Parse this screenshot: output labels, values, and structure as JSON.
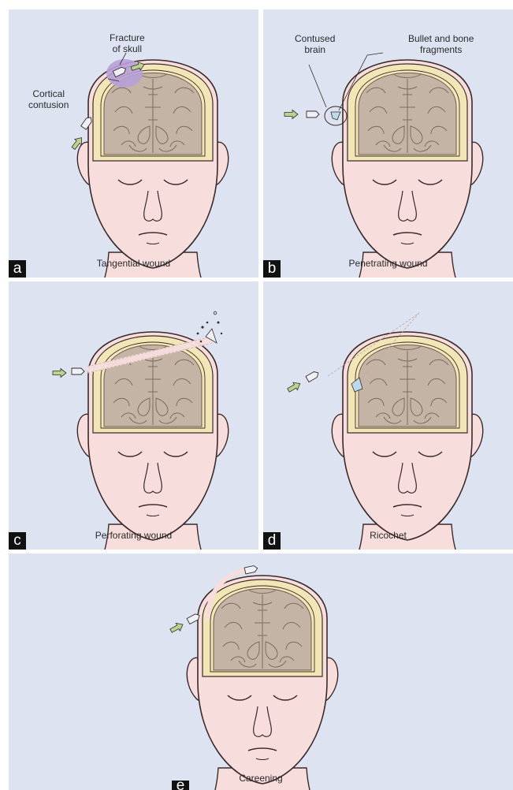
{
  "panels": {
    "a": {
      "letter": "a",
      "caption": "Tangential wound",
      "labels": {
        "fracture": "Fracture\nof skull",
        "contusion": "Cortical\ncontusion"
      }
    },
    "b": {
      "letter": "b",
      "caption": "Penetrating wound",
      "labels": {
        "contused": "Contused\nbrain",
        "fragments": "Bullet and bone\nfragments"
      }
    },
    "c": {
      "letter": "c",
      "caption": "Perforating wound"
    },
    "d": {
      "letter": "d",
      "caption": "Ricochet"
    },
    "e": {
      "letter": "e",
      "caption": "Careening"
    }
  },
  "colors": {
    "panel_bg": "#dde3f1",
    "skin": "#f7dedd",
    "skin_outline": "#3b2a2a",
    "brain": "#c4b4a5",
    "skull": "#f3e6b6",
    "contusion": "#b7a0d8",
    "arrow": "#b9d48f",
    "bullet": "#eef2f6"
  }
}
